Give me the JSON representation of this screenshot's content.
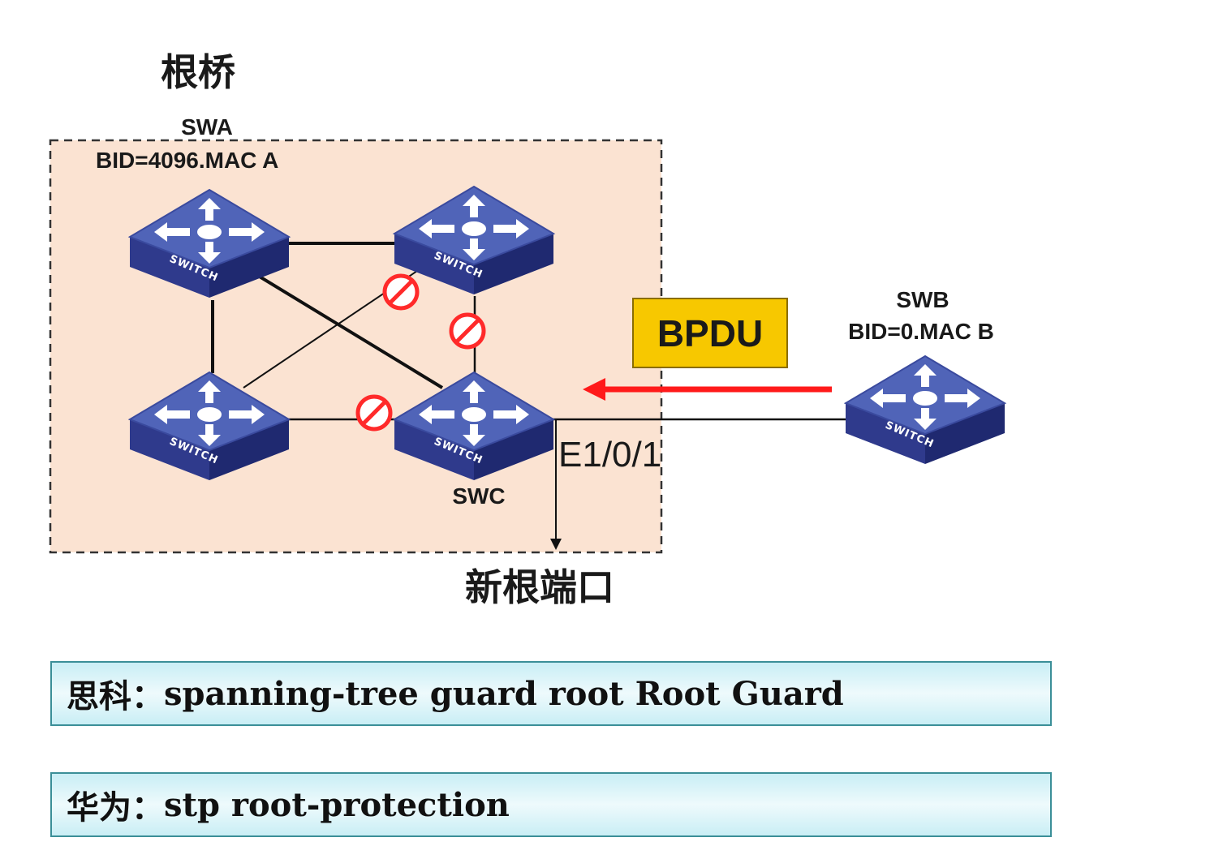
{
  "diagram": {
    "root_bridge_title": "根桥",
    "swa": {
      "name": "SWA",
      "bid": "BID=4096.MAC A"
    },
    "swb": {
      "name": "SWB",
      "bid": "BID=0.MAC B"
    },
    "swc": {
      "name": "SWC",
      "port": "E1/0/1"
    },
    "bpdu_label": "BPDU",
    "new_root_port": "新根端口",
    "switch_icon_text": "SWITCH",
    "colors": {
      "domain_fill": "#fbe3d2",
      "switch_top": "#4f61b5",
      "switch_side": "#2a3585",
      "bpdu_fill": "#f7c800",
      "arrow_red": "#ff1a1a",
      "block_red": "#ff2a2a"
    }
  },
  "notes": [
    {
      "vendor": "思科",
      "sep": "：",
      "command": "spanning-tree guard root Root Guard"
    },
    {
      "vendor": "华为",
      "sep": "：",
      "command": "stp root-protection"
    }
  ]
}
